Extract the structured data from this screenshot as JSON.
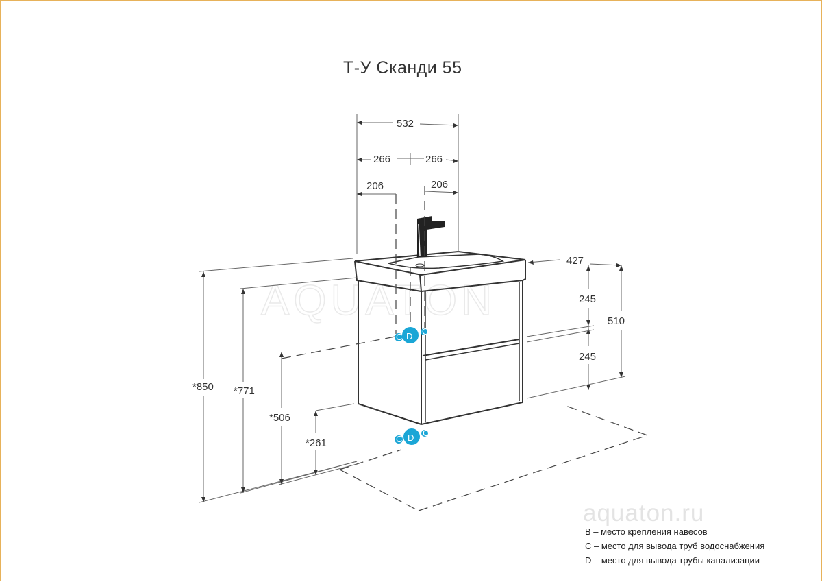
{
  "title": "Т-У Сканди 55",
  "site": "aquaton.ru",
  "watermark": "AQUATON",
  "dimensions": {
    "top_width": "532",
    "left_half": "266",
    "right_half": "266",
    "left_offset": "206",
    "right_offset": "206",
    "depth": "427",
    "upper_drawer": "245",
    "lower_drawer": "245",
    "total_height": "510",
    "h_850": "*850",
    "h_771": "*771",
    "h_506": "*506",
    "h_261": "*261"
  },
  "markers": {
    "c": "C",
    "d": "D"
  },
  "legend": {
    "b": "B – место крепления навесов",
    "c": "C – место для вывода труб водоснабжения",
    "d": "D – место для вывода трубы канализации"
  },
  "colors": {
    "marker": "#1aa6d6",
    "border": "#e7b25a"
  }
}
